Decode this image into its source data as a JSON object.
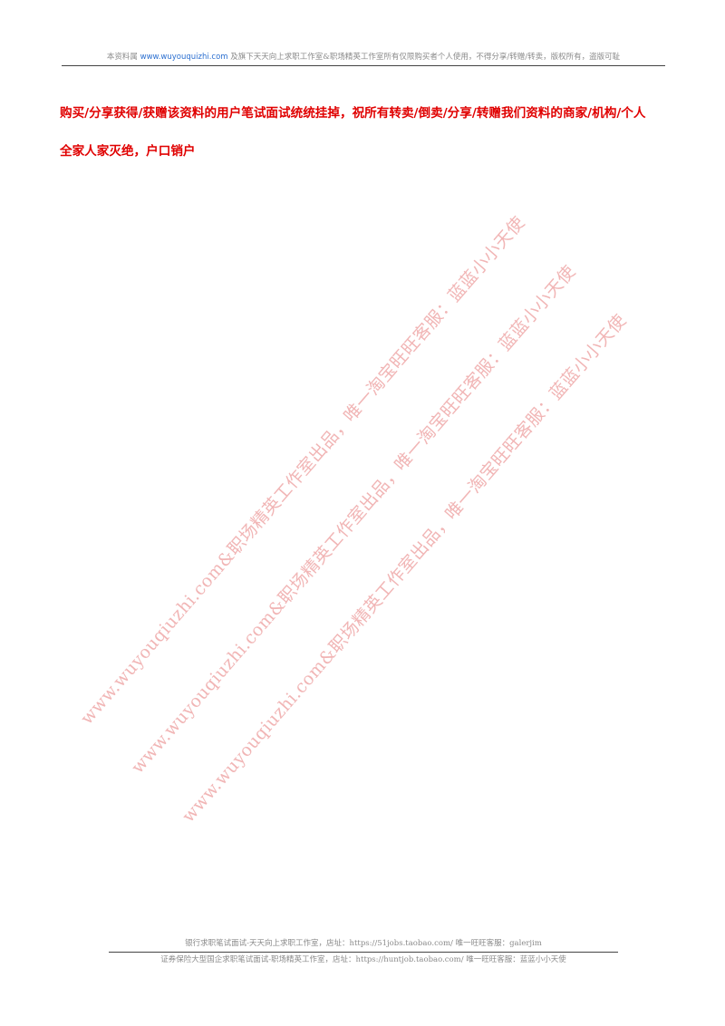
{
  "header": {
    "prefix": "本资料属",
    "link": "www.wuyouquizhi.com",
    "suffix": "及旗下天天向上求职工作室&职场精英工作室所有仅限购买者个人使用，不得分享/转赠/转卖，版权所有，盗版可耻"
  },
  "warning": {
    "line1": "购买/分享获得/获赠该资料的用户笔试面试统统挂掉，祝所有转卖/倒卖/分享/转赠我们资料的商家/机构/个人",
    "line2": "全家人家灭绝，户口销户"
  },
  "watermark": {
    "lines": [
      "www.wuyouqiuzhi.com&职场精英工作室出品，唯一淘宝旺旺客服：蓝蓝小小天使",
      "www.wuyouqiuzhi.com&职场精英工作室出品，唯一淘宝旺旺客服：蓝蓝小小天使",
      "www.wuyouqiuzhi.com&职场精英工作室出品，唯一淘宝旺旺客服：蓝蓝小小天使"
    ]
  },
  "footer": {
    "line1": "银行求职笔试面试-天天向上求职工作室，店址：https://51jobs.taobao.com/ 唯一旺旺客服：galerjim",
    "line2": "证券保险大型国企求职笔试面试-职场精英工作室，店址：https://huntjob.taobao.com/ 唯一旺旺客服：蓝蓝小小天使"
  }
}
